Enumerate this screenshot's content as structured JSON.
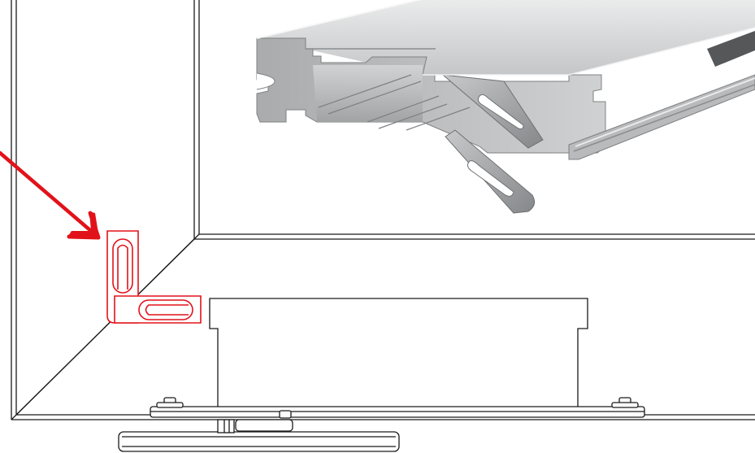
{
  "figure": {
    "colors": {
      "line": "#1a1a1a",
      "highlight": "#e2121a",
      "profile_light": "#d9dadb",
      "profile_mid": "#b7b9bb",
      "profile_dark": "#8c8e90",
      "clip_metal": "#9c9ea0"
    },
    "icons": [
      "corner-frame-outline",
      "aluminium-profile-render",
      "corner-clip-vertical",
      "corner-clip-horizontal",
      "pointer-arrow",
      "mounting-bracket"
    ]
  }
}
